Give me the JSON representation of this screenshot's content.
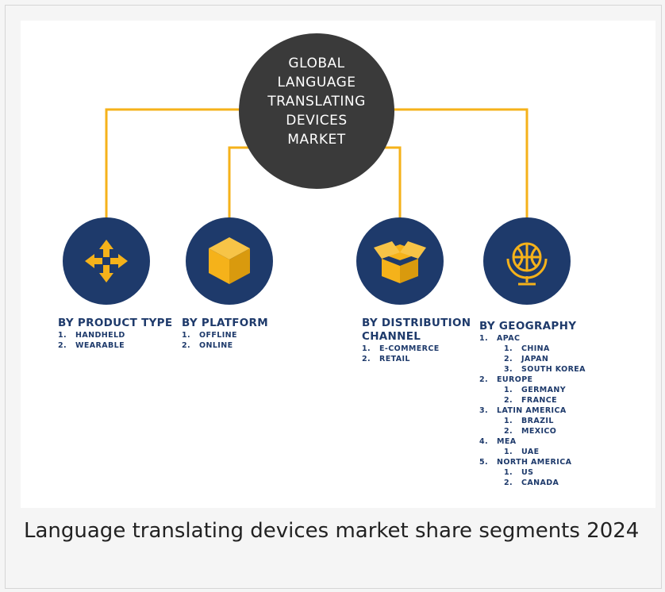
{
  "hub": {
    "lines": [
      "GLOBAL",
      "LANGUAGE",
      "TRANSLATING",
      "DEVICES",
      "MARKET"
    ]
  },
  "segments": [
    {
      "title": "BY PRODUCT TYPE",
      "icon": "four-way-arrows-icon",
      "items": [
        {
          "num": "1.",
          "label": "HANDHELD"
        },
        {
          "num": "2.",
          "label": "WEARABLE"
        }
      ]
    },
    {
      "title": "BY PLATFORM",
      "icon": "cube-icon",
      "items": [
        {
          "num": "1.",
          "label": "OFFLINE"
        },
        {
          "num": "2.",
          "label": "ONLINE"
        }
      ]
    },
    {
      "title_lines": [
        "BY DISTRIBUTION",
        "CHANNEL"
      ],
      "icon": "open-box-icon",
      "items": [
        {
          "num": "1.",
          "label": "E-COMMERCE"
        },
        {
          "num": "2.",
          "label": "RETAIL"
        }
      ]
    },
    {
      "title": "BY GEOGRAPHY",
      "icon": "globe-icon",
      "regions": [
        {
          "num": "1.",
          "label": "APAC",
          "countries": [
            {
              "num": "1.",
              "label": "CHINA"
            },
            {
              "num": "2.",
              "label": "JAPAN"
            },
            {
              "num": "3.",
              "label": "SOUTH KOREA"
            }
          ]
        },
        {
          "num": "2.",
          "label": "EUROPE",
          "countries": [
            {
              "num": "1.",
              "label": "GERMANY"
            },
            {
              "num": "2.",
              "label": "FRANCE"
            }
          ]
        },
        {
          "num": "3.",
          "label": "LATIN AMERICA",
          "countries": [
            {
              "num": "1.",
              "label": "BRAZIL"
            },
            {
              "num": "2.",
              "label": "MEXICO"
            }
          ]
        },
        {
          "num": "4.",
          "label": "MEA",
          "countries": [
            {
              "num": "1.",
              "label": "UAE"
            }
          ]
        },
        {
          "num": "5.",
          "label": "NORTH AMERICA",
          "countries": [
            {
              "num": "1.",
              "label": "US"
            },
            {
              "num": "2.",
              "label": "CANADA"
            }
          ]
        }
      ]
    }
  ],
  "caption": "Language translating devices market share segments 2024",
  "colors": {
    "hub": "#3a3a3a",
    "connector": "#f5b21a",
    "icon_circle": "#1e3a6b",
    "icon_fill": "#f5b21a",
    "text": "#1e3a6b"
  }
}
